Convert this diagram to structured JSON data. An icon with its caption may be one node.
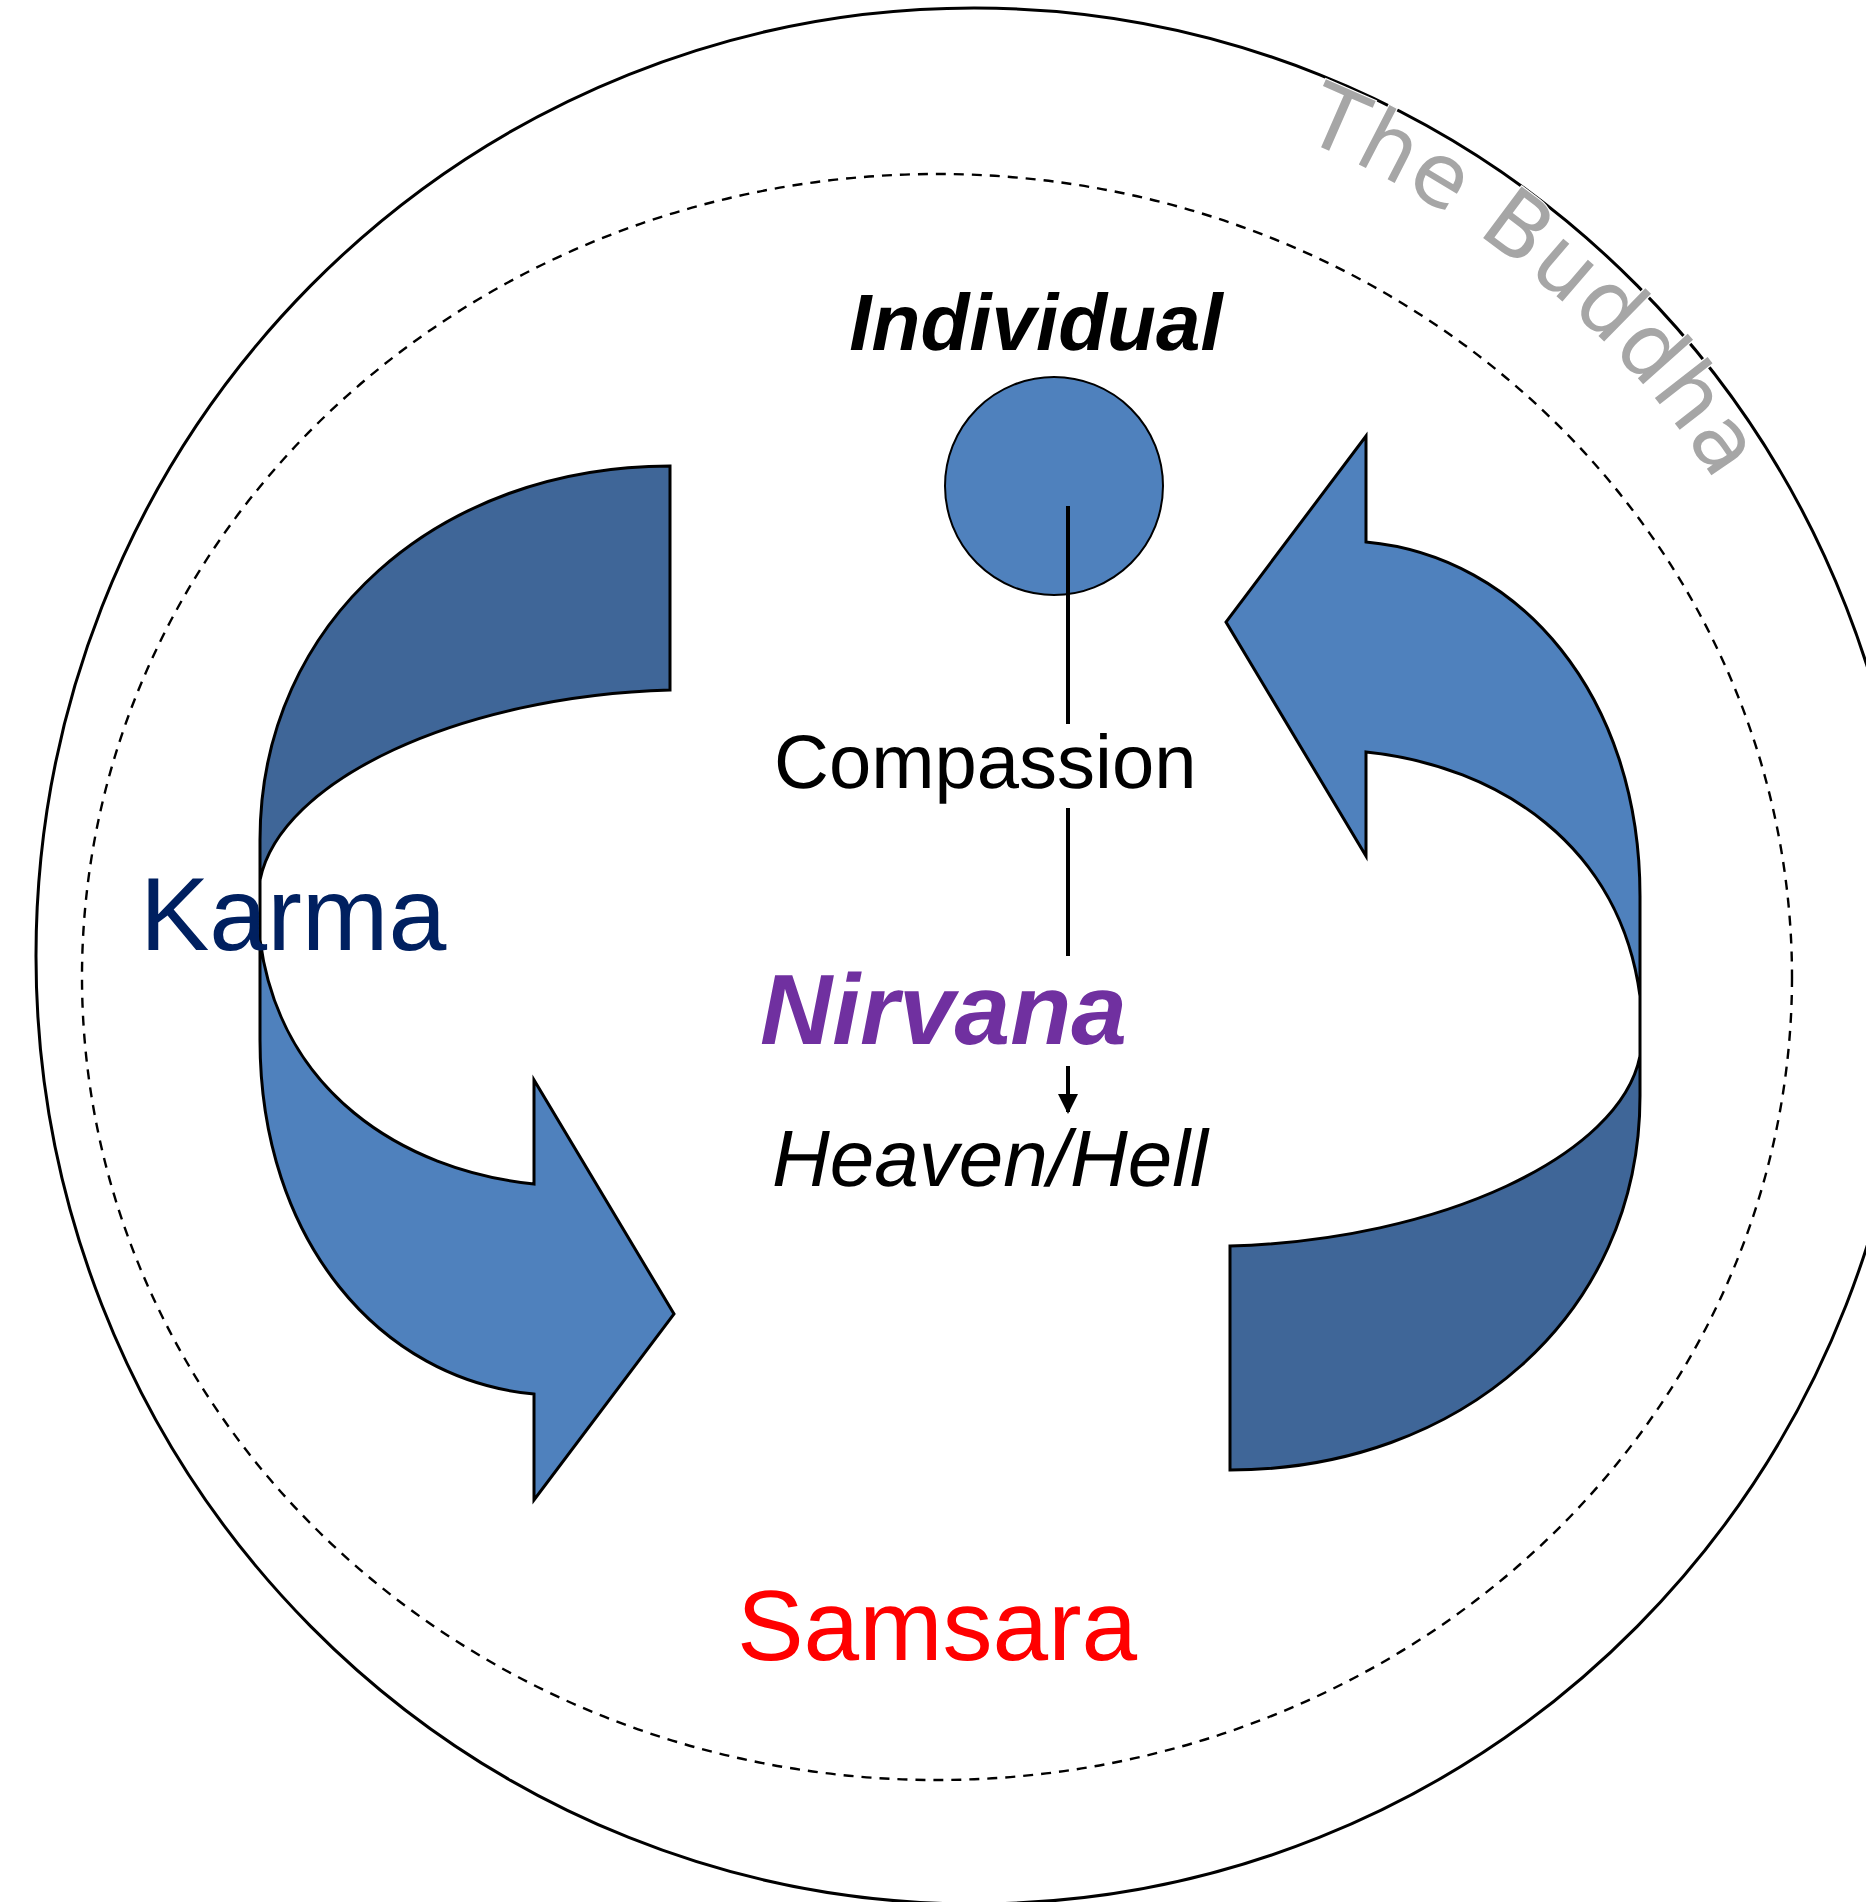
{
  "diagram": {
    "nodes": [
      {
        "text": [
          "The Buddha"
        ]
      },
      {
        "text": [
          "Samsara"
        ],
        "in": 0
      },
      {
        "text": [
          "Individual"
        ],
        "in": 1
      },
      {
        "text": [
          "Heaven/Hell"
        ],
        "in": 1
      }
    ],
    "edges": [
      {
        "from": 2,
        "to": 3,
        "arrow": "to",
        "label": "Compassion"
      }
    ],
    "labels": [
      "Karma",
      "Nirvana"
    ]
  }
}
